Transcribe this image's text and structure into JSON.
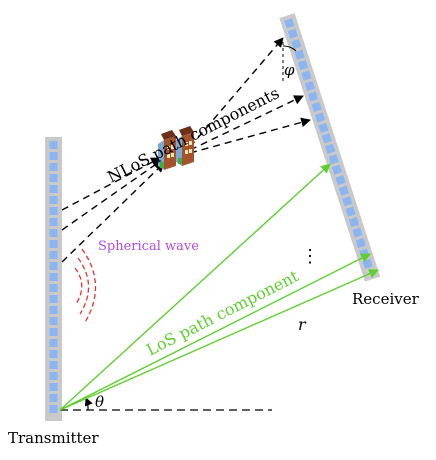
{
  "labels": {
    "transmitter": "Transmitter",
    "receiver": "Receiver",
    "nlos": "NLoS path components",
    "los": "LoS path component",
    "spherical": "Spherical wave",
    "r": "r",
    "theta": "θ",
    "phi": "φ",
    "dots": "⋮"
  },
  "colors": {
    "array_frame": "#c9c9c9",
    "array_element": "#8ab4f2",
    "los": "#5fcf2f",
    "nlos": "#000000",
    "wave": "#e8312f",
    "spherical_text": "#b349e8",
    "building_brown": "#a5532a",
    "building_blue": "#7ba9d6"
  },
  "icons": [
    "scatterer-building-icon",
    "scatterer-building-icon"
  ]
}
